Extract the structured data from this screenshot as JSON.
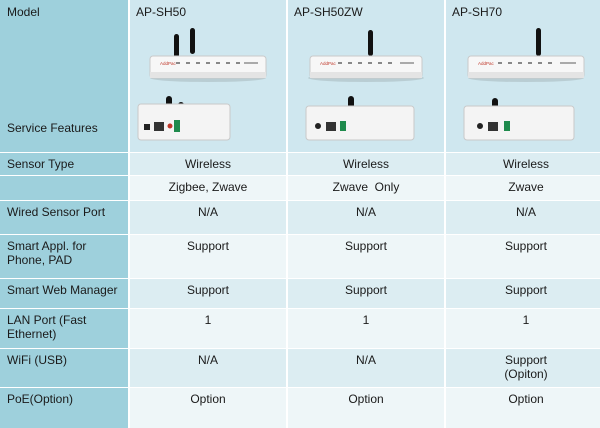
{
  "header": {
    "model_label": "Model",
    "features_label": "Service Features",
    "models": [
      {
        "name": "AP-SH50",
        "brand": "AddPac",
        "front_image": "router-front-two-antennas-icon",
        "back_image": "router-back-two-antennas-icon"
      },
      {
        "name": "AP-SH50ZW",
        "brand": "AddPac",
        "front_image": "router-front-one-antenna-icon",
        "back_image": "router-back-one-antenna-icon"
      },
      {
        "name": "AP-SH70",
        "brand": "AddPac",
        "front_image": "router-front-one-antenna-icon",
        "back_image": "router-back-one-antenna-icon"
      }
    ]
  },
  "rows": [
    {
      "label": "Sensor Type",
      "values": [
        "Wireless",
        "Wireless",
        "Wireless"
      ]
    },
    {
      "label": "",
      "values": [
        "Zigbee, Zwave",
        "Zwave  Only",
        "Zwave"
      ]
    },
    {
      "label": "Wired Sensor Port",
      "values": [
        "N/A",
        "N/A",
        "N/A"
      ]
    },
    {
      "label": "Smart Appl. for\nPhone, PAD",
      "values": [
        "Support",
        "Support",
        "Support"
      ]
    },
    {
      "label": "Smart Web Manager",
      "values": [
        "Support",
        "Support",
        "Support"
      ]
    },
    {
      "label": "LAN Port (Fast\nEthernet)",
      "values": [
        "1",
        "1",
        "1"
      ]
    },
    {
      "label": "WiFi (USB)",
      "values": [
        "N/A",
        "N/A",
        "Support\n(Opiton)"
      ]
    },
    {
      "label": "PoE(Option)",
      "values": [
        "Option",
        "Option",
        "Option"
      ]
    }
  ]
}
